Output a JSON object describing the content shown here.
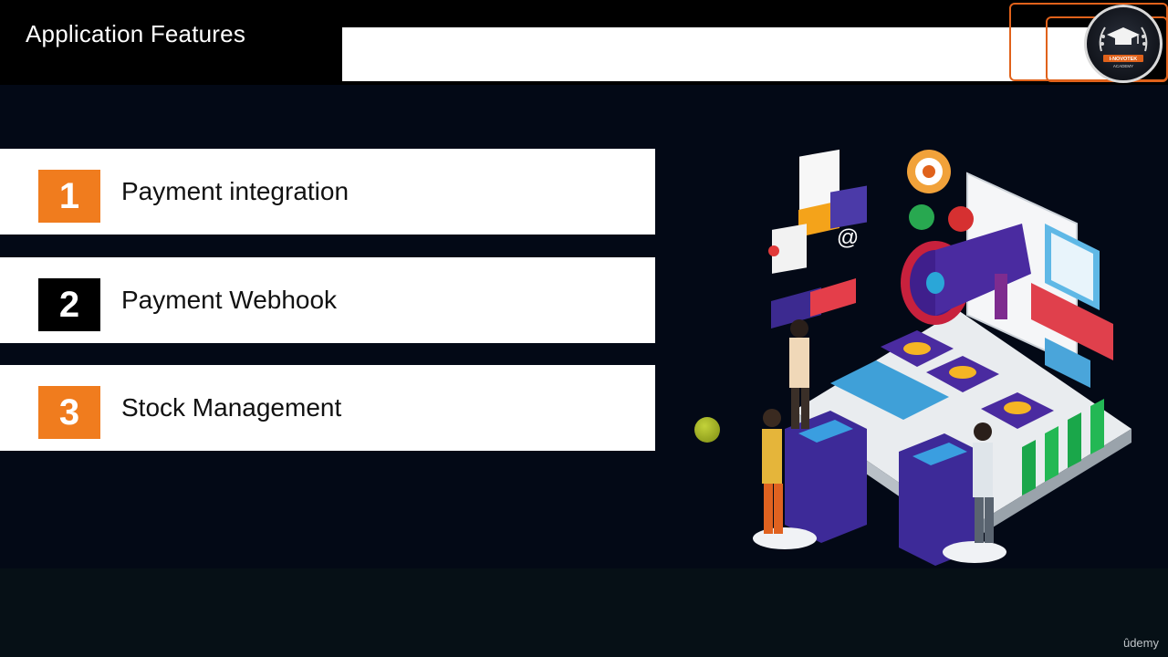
{
  "header": {
    "title": "Application Features"
  },
  "logo": {
    "text_line1": "I-NOVOTEK",
    "text_line2": "ACADEMY"
  },
  "features": [
    {
      "number": "1",
      "label": "Payment integration",
      "color": "#f07c1e"
    },
    {
      "number": "2",
      "label": "Payment Webhook",
      "color": "#000000"
    },
    {
      "number": "3",
      "label": "Stock Management",
      "color": "#f07c1e"
    }
  ],
  "watermark": {
    "text": "ûdemy"
  },
  "colors": {
    "accent_orange": "#f07c1e",
    "background": "#030916",
    "header": "#000000"
  }
}
